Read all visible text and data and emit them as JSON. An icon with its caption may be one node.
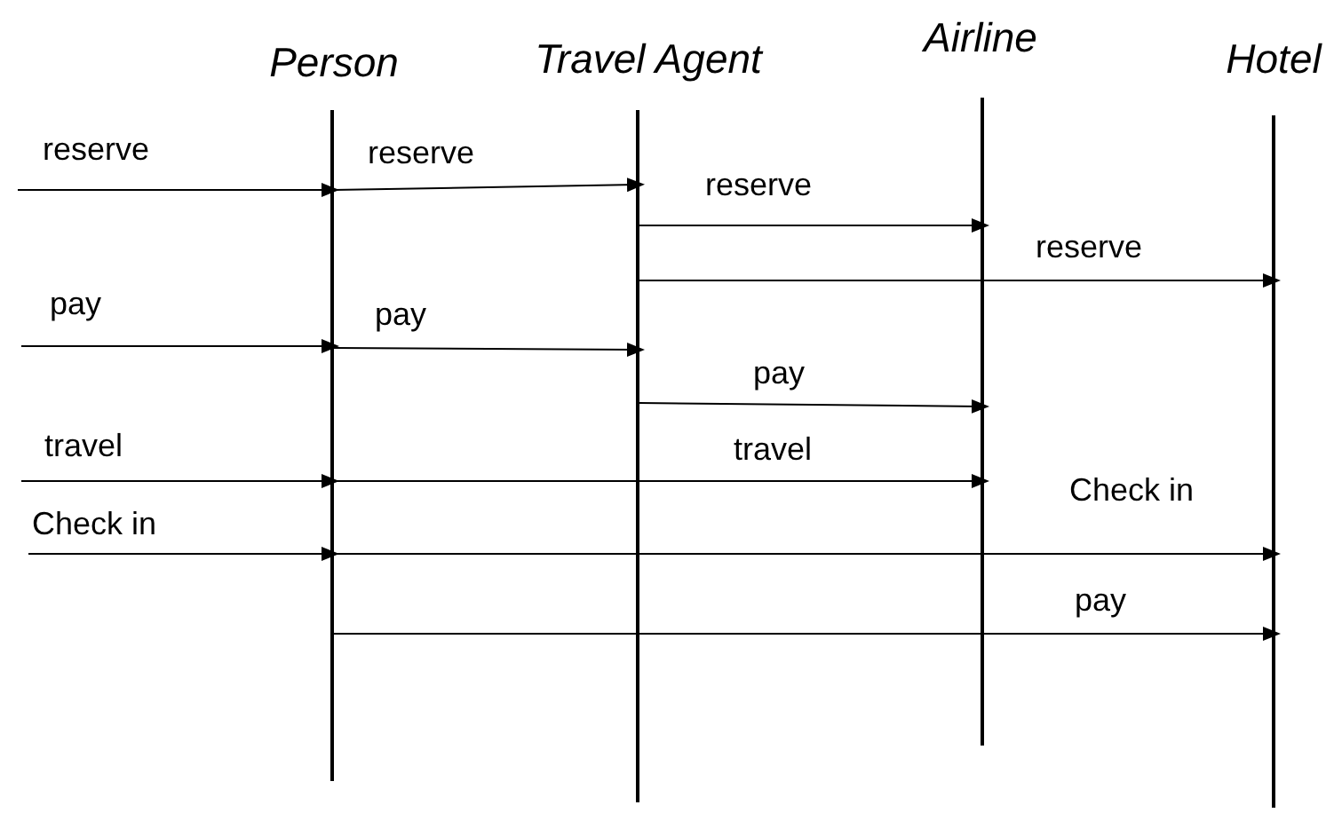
{
  "diagram": {
    "nodes": [
      {
        "text": [
          "Person"
        ]
      },
      {
        "text": [
          "Travel Agent"
        ]
      },
      {
        "text": [
          "Airline"
        ]
      },
      {
        "text": [
          "Hotel"
        ]
      }
    ],
    "edges": [
      {
        "from": null,
        "to": 0,
        "arrow": "to",
        "label": "reserve"
      },
      {
        "from": 0,
        "to": 1,
        "arrow": "to",
        "label": "reserve"
      },
      {
        "from": 1,
        "to": 2,
        "arrow": "to",
        "label": "reserve"
      },
      {
        "from": 1,
        "to": 3,
        "arrow": "to",
        "label": "reserve"
      },
      {
        "from": null,
        "to": 0,
        "arrow": "to",
        "label": "pay"
      },
      {
        "from": 0,
        "to": 1,
        "arrow": "to",
        "label": "pay"
      },
      {
        "from": 1,
        "to": 2,
        "arrow": "to",
        "label": "pay"
      },
      {
        "from": null,
        "to": 0,
        "arrow": "to",
        "label": "travel"
      },
      {
        "from": 0,
        "to": 2,
        "arrow": "to",
        "label": "travel"
      },
      {
        "from": null,
        "to": 0,
        "arrow": "to",
        "label": "Check in"
      },
      {
        "from": 0,
        "to": 3,
        "arrow": "to",
        "label": "Check in"
      },
      {
        "from": 0,
        "to": 3,
        "arrow": "to",
        "label": "pay"
      }
    ]
  }
}
